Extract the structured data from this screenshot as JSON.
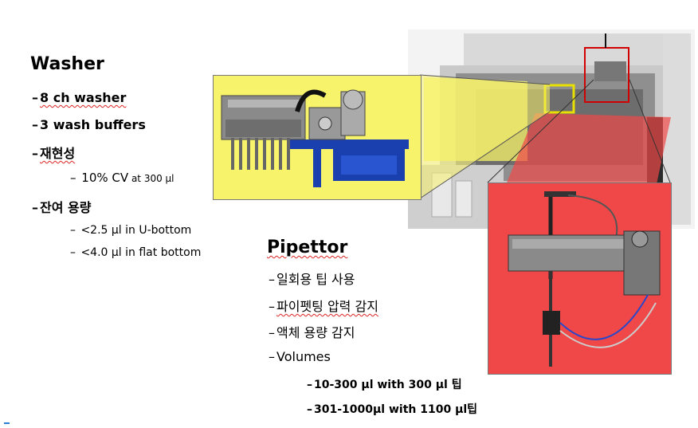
{
  "washer": {
    "title": "Washer",
    "items": [
      {
        "dash": "–",
        "text": "8 ch washer"
      },
      {
        "dash": "–",
        "text": "3 wash buffers"
      },
      {
        "dash": "–",
        "text": "재현성"
      },
      {
        "dash": "–",
        "text": "10% CV",
        "suffix": " at 300 μl"
      },
      {
        "dash": "–",
        "text": "잔여 용량"
      },
      {
        "dash": "–",
        "text": "<2.5 μl in U-bottom"
      },
      {
        "dash": "–",
        "text": "<4.0 μl in flat bottom"
      }
    ]
  },
  "pipettor": {
    "title": "Pipettor",
    "items": [
      {
        "dash": "–",
        "text": "일회용 팁 사용"
      },
      {
        "dash": "–",
        "text": "파이펫팅 압력 감지"
      },
      {
        "dash": "–",
        "text": "액체 용량 감지"
      },
      {
        "dash": "–",
        "text": "Volumes"
      },
      {
        "dash": "–",
        "text": "10-300 μl with 300 μl 팁"
      },
      {
        "dash": "–",
        "text": "301-1000μl with 1100 μl팁"
      }
    ]
  },
  "colors": {
    "yellow_panel": "#f7f36a",
    "red_panel": "#f04848",
    "red_outline": "#d00000",
    "yellow_outline": "#e8e000"
  }
}
